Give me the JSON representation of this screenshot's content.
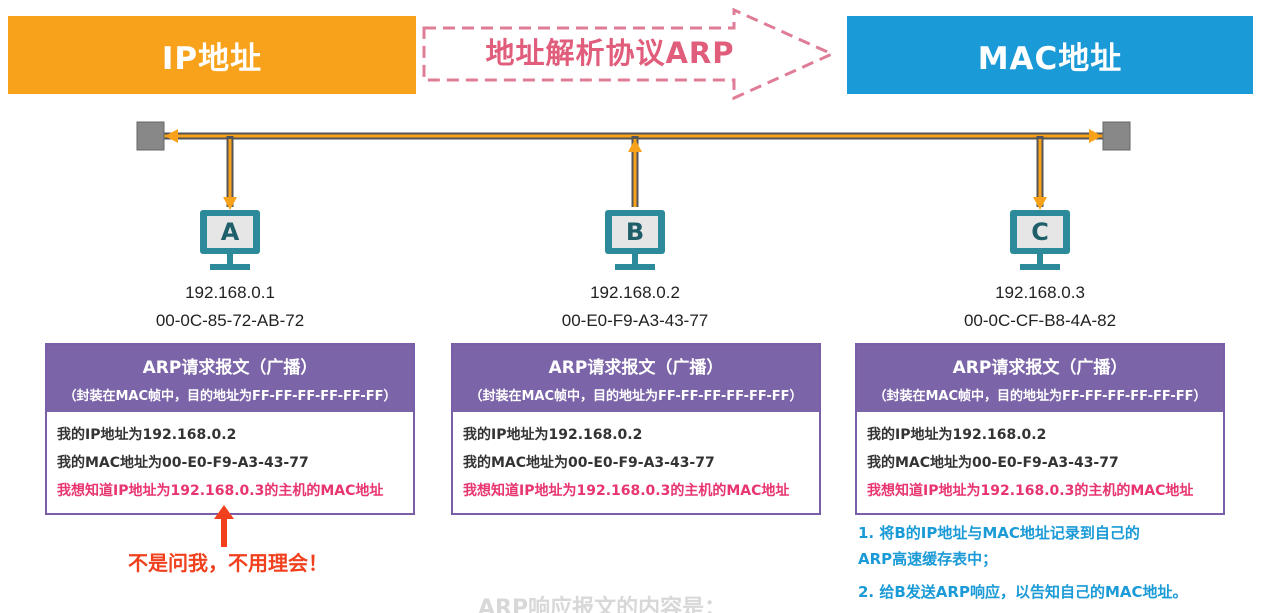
{
  "banners": {
    "ip": "IP地址",
    "arp": "地址解析协议ARP",
    "mac": "MAC地址"
  },
  "hosts": [
    {
      "letter": "A",
      "ip": "192.168.0.1",
      "mac": "00-0C-85-72-AB-72"
    },
    {
      "letter": "B",
      "ip": "192.168.0.2",
      "mac": "00-E0-F9-A3-43-77"
    },
    {
      "letter": "C",
      "ip": "192.168.0.3",
      "mac": "00-0C-CF-B8-4A-82"
    }
  ],
  "message": {
    "title": "ARP请求报文（广播）",
    "subtitle": "（封装在MAC帧中，目的地址为FF-FF-FF-FF-FF-FF）",
    "line1": "我的IP地址为192.168.0.2",
    "line2": "我的MAC地址为00-E0-F9-A3-43-77",
    "line3": "我想知道IP地址为192.168.0.3的主机的MAC地址"
  },
  "notes": {
    "reject": "不是问我，不用理会！",
    "action1": "1. 将B的IP地址与MAC地址记录到自己的",
    "action1b": "ARP高速缓存表中；",
    "action2": "2. 给B发送ARP响应，以告知自己的MAC地址。"
  },
  "caption": "ARP响应报文的内容是：",
  "colors": {
    "ip_banner": "#f7a21a",
    "mac_banner": "#1a9ad6",
    "arp_arrow": "#e05d7c",
    "bus": "#f7a21a",
    "message_header": "#7b64a8",
    "highlight_text": "#e8356f",
    "note_red": "#f0401e",
    "note_blue": "#1a9ad6"
  }
}
